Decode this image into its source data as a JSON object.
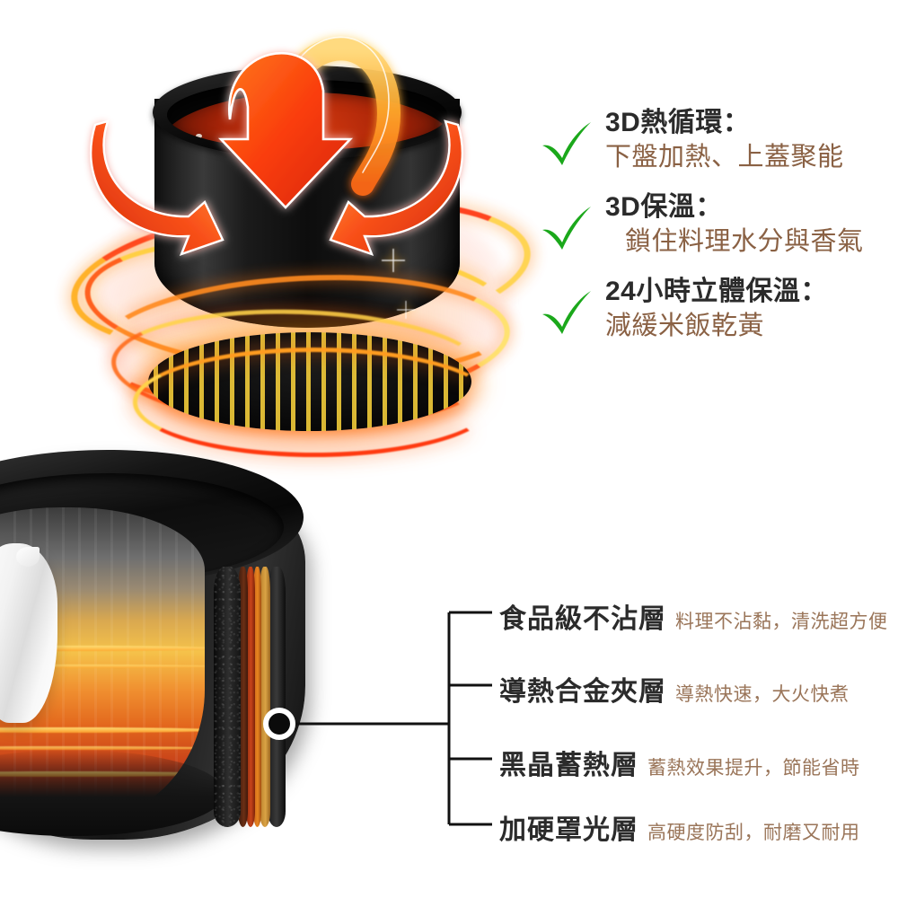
{
  "top": {
    "illustration": {
      "name": "3d-heat-circulation-rice-cooker",
      "description": "Black rice cooker pot with glowing rice, three large orange 3D arrows pointing down and outward, swirling fire rings around the body and a glowing heating plate at the base"
    },
    "features": [
      {
        "icon": "green-check-icon",
        "title": "3D熱循環：",
        "subtitle": "下盤加熱、上蓋聚能",
        "indent": false
      },
      {
        "icon": "green-check-icon",
        "title": "3D保溫：",
        "subtitle": "鎖住料理水分與香氣",
        "indent": true
      },
      {
        "icon": "green-check-icon",
        "title": "24小時立體保溫：",
        "subtitle": "減緩米飯乾黃",
        "indent": false
      }
    ]
  },
  "bottom": {
    "illustration": {
      "name": "pot-wall-cutaway",
      "description": "Cutaway view of the inner pot showing a white rice grain inside a glowing orange heat gradient, with the multi-layer wall construction exposed at the right edge"
    },
    "callout_marker": "layer-callout-dot",
    "layers": [
      {
        "name": "食品級不沾層",
        "desc": "料理不沾黏，清洗超方便"
      },
      {
        "name": "導熱合金夾層",
        "desc": "導熱快速，大火快煮"
      },
      {
        "name": "黑晶蓄熱層",
        "desc": "蓄熱效果提升，節能省時"
      },
      {
        "name": "加硬罩光層",
        "desc": "高硬度防刮，耐磨又耐用"
      }
    ]
  },
  "colors": {
    "check_green": "#1ba81b",
    "title_dark": "#2b2b2b",
    "subtitle_brown": "#8a6144",
    "layer_desc_brown": "#9a7559",
    "background": "#ffffff",
    "heat_orange": "#ff7a18",
    "heat_red": "#ff2d0c",
    "heat_gold": "#ffd24a"
  }
}
